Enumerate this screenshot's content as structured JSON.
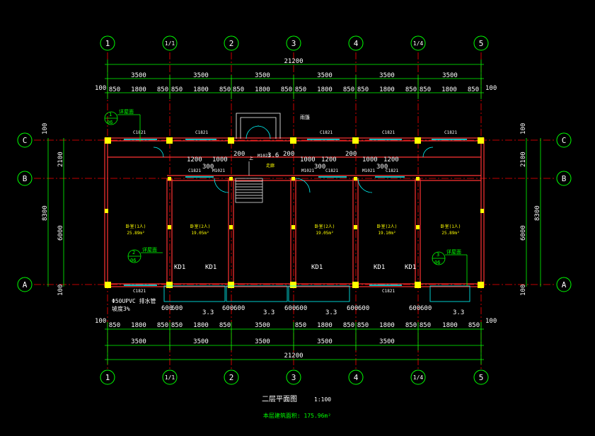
{
  "drawing": {
    "title": "二层平面图",
    "scale": "1:100",
    "area_note": "本层建筑面积: 175.96m²",
    "colors": {
      "background": "#000000",
      "axis": "#00ff00",
      "dimension_line": "#00ff00",
      "text": "#ffffff",
      "room_text": "#ffff00",
      "wall": "#ff3333",
      "column": "#ffff00",
      "window": "#00ffff",
      "center_line": "#ff0000"
    },
    "axes_vertical": [
      "1",
      "1/1",
      "2",
      "3",
      "4",
      "1/4",
      "5"
    ],
    "axes_horizontal": [
      "C",
      "B",
      "A"
    ],
    "overall_dim": "21200",
    "bay_dims": [
      "3500",
      "3500",
      "3500",
      "3500",
      "3500",
      "3500"
    ],
    "detail_dims_top": [
      "850",
      "1800",
      "850",
      "850",
      "1800",
      "850",
      "850",
      "1800",
      "850",
      "850",
      "1800",
      "850",
      "850",
      "1800",
      "850",
      "850",
      "1800",
      "850"
    ],
    "bottom_bay_dims": [
      "3500",
      "3500",
      "3500",
      "3500",
      "3500"
    ],
    "detail_dims_bottom": [
      "850",
      "1800",
      "850",
      "850",
      "1800",
      "850",
      "3500",
      "850",
      "1800",
      "850",
      "850",
      "1800",
      "850",
      "850",
      "1800",
      "850"
    ],
    "side_offset": "100",
    "vertical_dims": [
      "2100",
      "6000"
    ],
    "vertical_total": "8300",
    "rooms": [
      {
        "name": "卧室(1人)",
        "area": "25.89m²"
      },
      {
        "name": "卧室(2人)",
        "area": "19.05m²"
      },
      {
        "name": "卧室(2人)",
        "area": "19.05m²"
      },
      {
        "name": "卧室(2人)",
        "area": "19.10m²"
      },
      {
        "name": "卧室(1人)",
        "area": "25.89m²"
      }
    ],
    "labels": {
      "corridor": "走廊",
      "stairs_up": "上",
      "canopy": "雨篷",
      "ridge": "屋面",
      "detail": "详屋面",
      "drain_pipe": "Φ50UPVC 排水管",
      "drain_grade": "坡度3%",
      "mark_m1021": "M1021",
      "mark_c1821": "C1821",
      "mark_m1021b": "M1021",
      "mark_kd1": "KD1",
      "mark_3_6": "3.6",
      "dim_200": "200",
      "dim_300": "300",
      "dim_1200": "1200",
      "dim_1000": "1000",
      "dim_600": "600",
      "dim_3_3": "3.3",
      "dim_200b": "200",
      "detail_1": "1",
      "detail_2": "2",
      "detail_3": "3",
      "detail_06": "06"
    }
  }
}
